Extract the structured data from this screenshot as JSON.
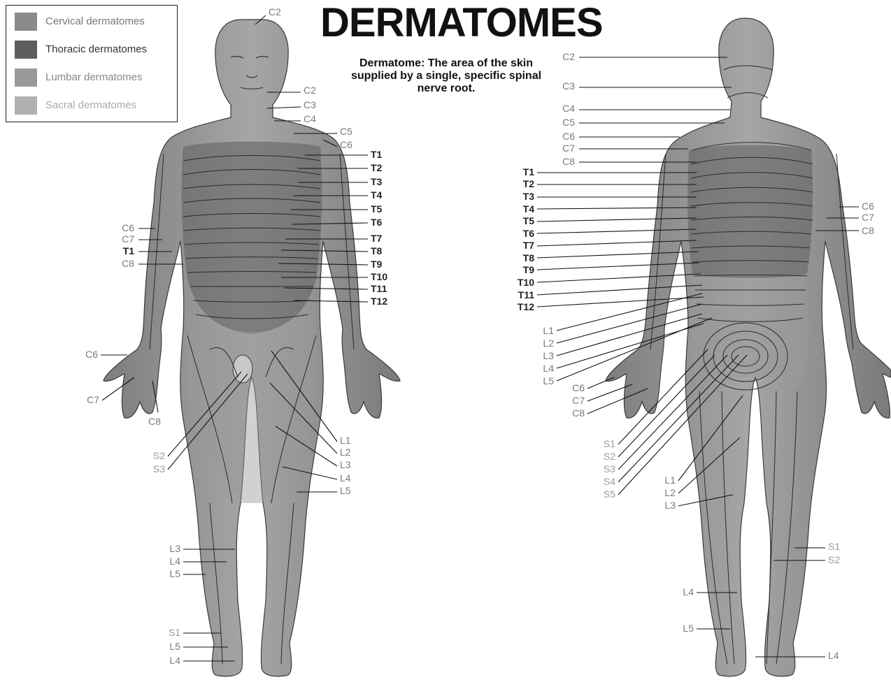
{
  "title": "DERMATOMES",
  "definition": "Dermatome: The area of the skin supplied by a single, specific spinal nerve root.",
  "legend": [
    {
      "label": "Cervical dermatomes",
      "color": "#8a8a8a",
      "text_color": "#777777"
    },
    {
      "label": "Thoracic dermatomes",
      "color": "#5e5e5e",
      "text_color": "#333333"
    },
    {
      "label": "Lumbar dermatomes",
      "color": "#999999",
      "text_color": "#888888"
    },
    {
      "label": "Sacral dermatomes",
      "color": "#b0b0b0",
      "text_color": "#aaaaaa"
    }
  ],
  "colors": {
    "cervical": "#8a8a8a",
    "thoracic": "#5e5e5e",
    "lumbar": "#9a9a9a",
    "sacral": "#b4b4b4",
    "skin_outline": "#3a3a3a"
  },
  "front_view": {
    "icon": "anterior-body-icon",
    "labels": [
      "C2",
      "C2",
      "C3",
      "C4",
      "C5",
      "C6",
      "T1",
      "T2",
      "T3",
      "T4",
      "T5",
      "T6",
      "T7",
      "T8",
      "T9",
      "T10",
      "T11",
      "T12",
      "C6",
      "C7",
      "T1",
      "C8",
      "C6",
      "C7",
      "C8",
      "S2",
      "S3",
      "L1",
      "L2",
      "L3",
      "L4",
      "L5",
      "L3",
      "L4",
      "L5",
      "S1",
      "L5",
      "L4"
    ]
  },
  "back_view": {
    "icon": "posterior-body-icon",
    "labels": [
      "C2",
      "C3",
      "C4",
      "C5",
      "C6",
      "C7",
      "C8",
      "T1",
      "T2",
      "T3",
      "T4",
      "T5",
      "T6",
      "T7",
      "T8",
      "T9",
      "T10",
      "T11",
      "T12",
      "C6",
      "C7",
      "C8",
      "L1",
      "L2",
      "L3",
      "L4",
      "L5",
      "C6",
      "C7",
      "C8",
      "S1",
      "S2",
      "S3",
      "S4",
      "S5",
      "L1",
      "L2",
      "L3",
      "S1",
      "S2",
      "L4",
      "L5",
      "L4"
    ]
  }
}
